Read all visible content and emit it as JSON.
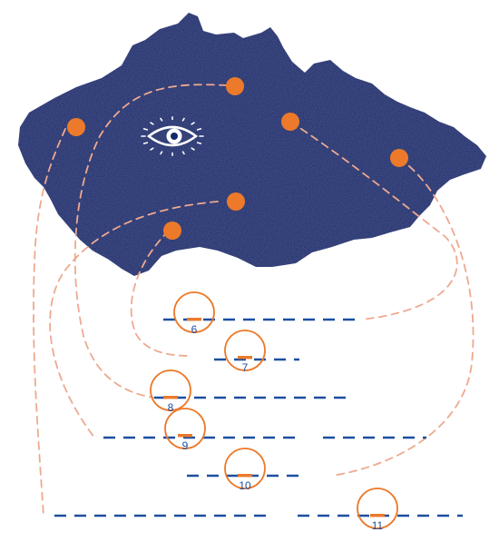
{
  "puzzle": {
    "colors": {
      "map": "#15286b",
      "dot": "#ec7a2a",
      "ring": "#ec7a2a",
      "dash_line": "#1d4fa0",
      "path": "#eea990",
      "eye": "#ffffff",
      "number": "#1f4e9e"
    },
    "slots": [
      {
        "number": "6"
      },
      {
        "number": "7"
      },
      {
        "number": "8"
      },
      {
        "number": "9"
      },
      {
        "number": "10"
      },
      {
        "number": "11"
      }
    ],
    "city_dot_count": 6,
    "icon": "eye-icon"
  }
}
